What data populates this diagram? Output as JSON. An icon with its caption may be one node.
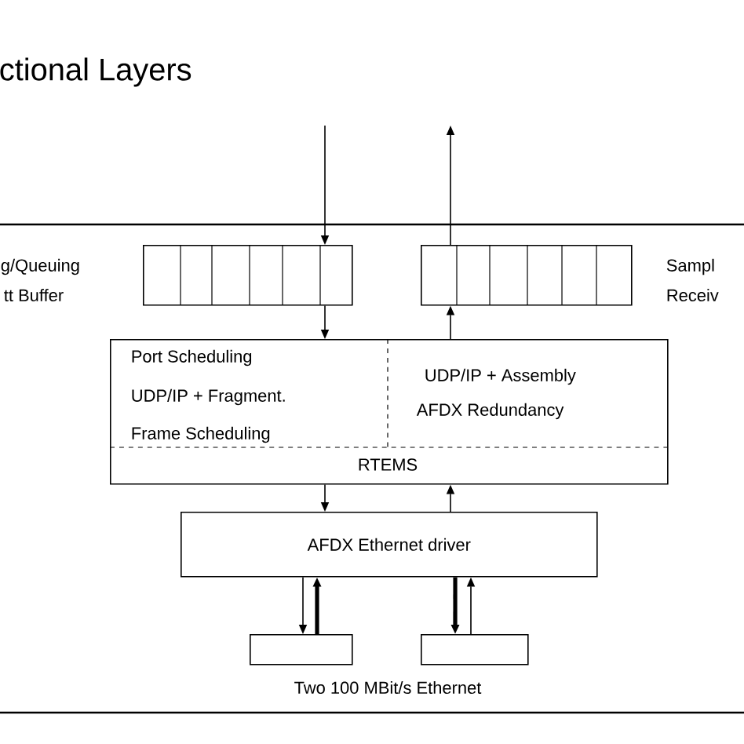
{
  "diagram": {
    "title": "ctional Layers",
    "nodes": [
      {
        "text": [],
        "shape": "box"
      },
      {
        "text": [],
        "shape": "box"
      },
      {
        "text": [
          "Port Scheduling",
          "UDP/IP + Fragment.",
          "Frame Scheduling",
          "UDP/IP + Assembly",
          "AFDX Redundancy",
          "RTEMS"
        ]
      },
      {
        "text": [
          "AFDX Ethernet driver"
        ]
      },
      {
        "text": [],
        "shape": "box"
      },
      {
        "text": [],
        "shape": "box"
      }
    ],
    "edges": [
      {
        "from": null,
        "to": 0,
        "arrow": "to"
      },
      {
        "from": 1,
        "to": null,
        "arrow": "to"
      },
      {
        "from": 0,
        "to": 2,
        "arrow": "to"
      },
      {
        "from": 2,
        "to": 1,
        "arrow": "to"
      },
      {
        "from": 2,
        "to": 3,
        "arrow": "to"
      },
      {
        "from": 3,
        "to": 2,
        "arrow": "to"
      },
      {
        "from": 3,
        "to": 4,
        "arrow": "to"
      },
      {
        "from": 4,
        "to": 3,
        "arrow": "to",
        "style": "thick"
      },
      {
        "from": 3,
        "to": 5,
        "arrow": "to",
        "style": "thick"
      },
      {
        "from": 5,
        "to": 3,
        "arrow": "to"
      }
    ],
    "labels": [
      "g/Queuing",
      "tt Buffer",
      "Sampl",
      "Receiv",
      "Two 100 MBit/s Ethernet"
    ]
  }
}
